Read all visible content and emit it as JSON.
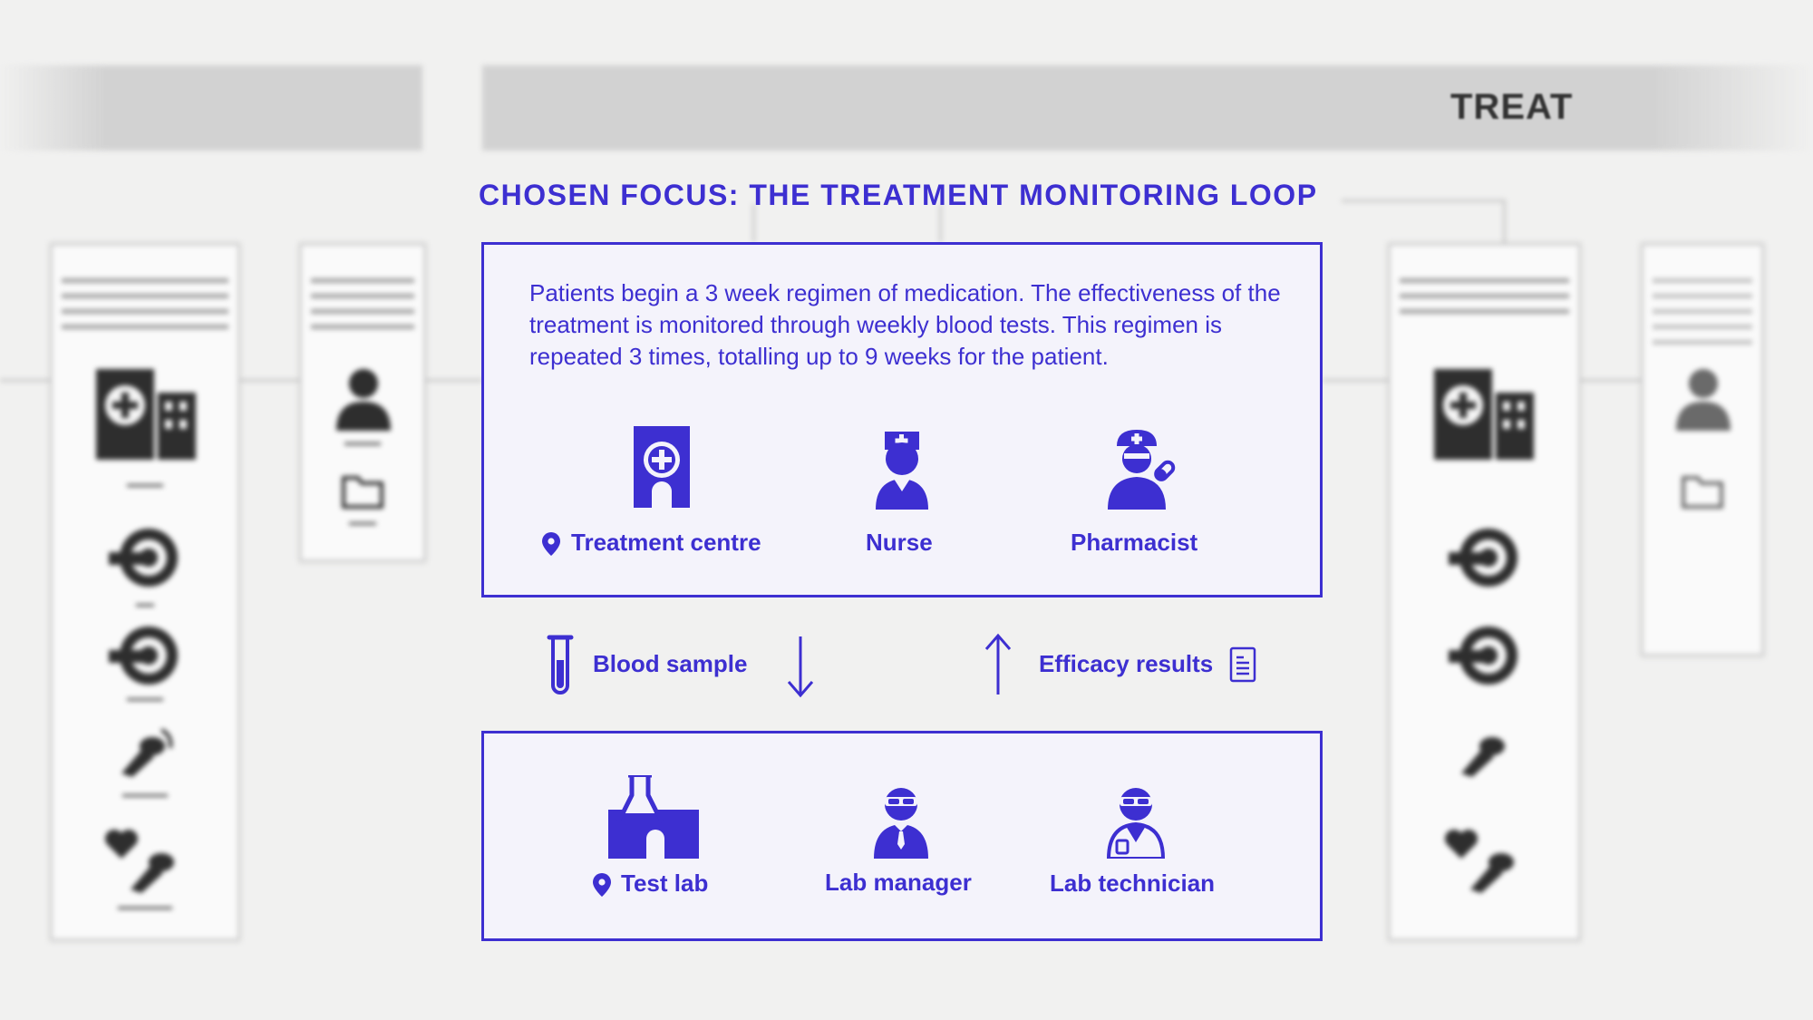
{
  "header": {
    "stage_label": "TREAT"
  },
  "focus": {
    "title": "CHOSEN FOCUS: THE TREATMENT MONITORING LOOP",
    "description": "Patients begin a 3 week regimen of medication. The effectiveness of the treatment is monitored through weekly blood tests. This regimen is repeated 3 times, totalling up to 9 weeks for the patient.",
    "care_roles": [
      {
        "label": "Treatment centre",
        "icon": "hospital-door-icon",
        "location": true
      },
      {
        "label": "Nurse",
        "icon": "nurse-icon"
      },
      {
        "label": "Pharmacist",
        "icon": "pharmacist-icon"
      }
    ],
    "flows": {
      "down": {
        "label": "Blood sample",
        "icon": "test-tube-icon"
      },
      "up": {
        "label": "Efficacy results",
        "icon": "document-icon"
      }
    },
    "lab_roles": [
      {
        "label": "Test lab",
        "icon": "lab-building-icon",
        "location": true
      },
      {
        "label": "Lab manager",
        "icon": "lab-manager-icon"
      },
      {
        "label": "Lab technician",
        "icon": "lab-technician-icon"
      }
    ]
  },
  "colors": {
    "accent": "#3d2fd1",
    "box_fill": "#f4f3fb",
    "background": "#f1f1f0"
  }
}
